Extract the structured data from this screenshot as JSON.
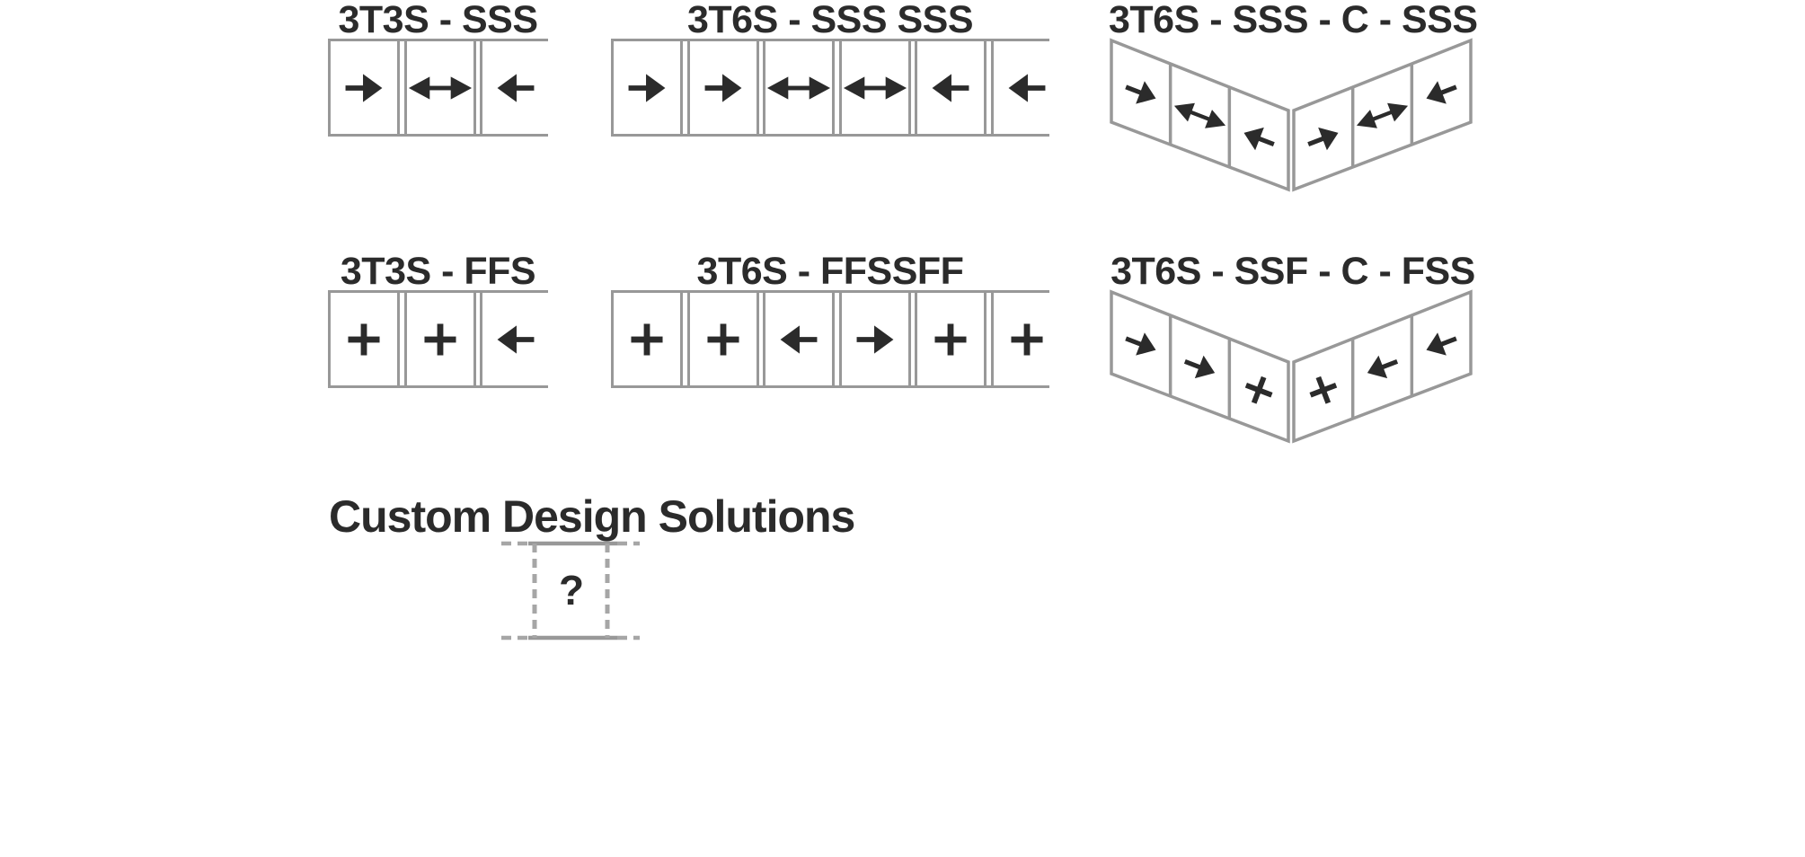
{
  "sheet": {
    "background": "#ffffff"
  },
  "colors": {
    "ink": "#2b2b2b",
    "line": "#989898",
    "line_light": "#a6a6a6"
  },
  "panel_types_legend": {
    "slide-right": "panel slides to the right (arrow)",
    "slide-left": "panel slides to the left (arrow)",
    "slide-both": "panel slides both directions (double arrow)",
    "fixed": "fixed panel (plus mark)"
  },
  "diagrams": [
    {
      "id": "3t3s-sss",
      "title": "3T3S - SSS",
      "type": "flat",
      "panels": [
        "slide-right",
        "slide-both",
        "slide-left"
      ]
    },
    {
      "id": "3t6s-sss-sss",
      "title": "3T6S - SSS SSS",
      "type": "flat",
      "panels": [
        "slide-right",
        "slide-right",
        "slide-both",
        "slide-both",
        "slide-left",
        "slide-left"
      ]
    },
    {
      "id": "3t6s-sss-c-sss",
      "title": "3T6S - SSS - C - SSS",
      "type": "corner",
      "left_panels": [
        "slide-right",
        "slide-both",
        "slide-left"
      ],
      "right_panels": [
        "slide-right",
        "slide-both",
        "slide-left"
      ]
    },
    {
      "id": "3t3s-ffs",
      "title": "3T3S - FFS",
      "type": "flat",
      "panels": [
        "fixed",
        "fixed",
        "slide-left"
      ]
    },
    {
      "id": "3t6s-ffssff",
      "title": "3T6S - FFSSFF",
      "type": "flat",
      "panels": [
        "fixed",
        "fixed",
        "slide-left",
        "slide-right",
        "fixed",
        "fixed"
      ]
    },
    {
      "id": "3t6s-ssf-c-fss",
      "title": "3T6S - SSF - C - FSS",
      "type": "corner",
      "left_panels": [
        "slide-right",
        "slide-right",
        "fixed"
      ],
      "right_panels": [
        "fixed",
        "slide-left",
        "slide-left"
      ]
    }
  ],
  "custom": {
    "title": "Custom Design Solutions",
    "placeholder": "?"
  }
}
